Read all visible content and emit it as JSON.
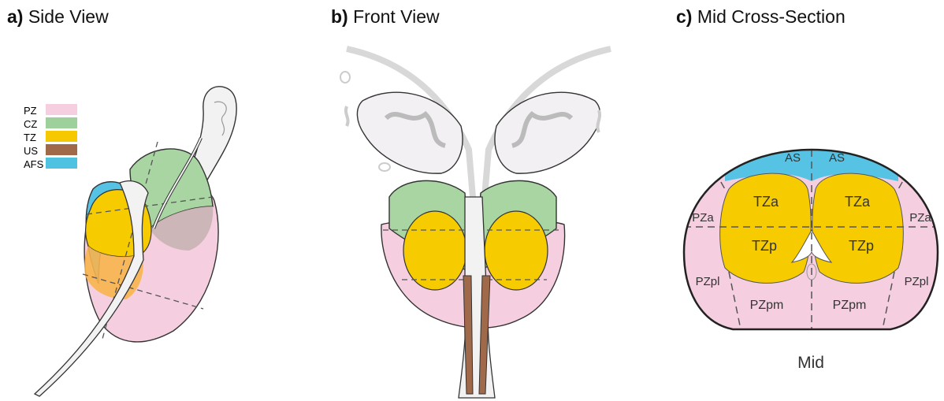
{
  "panels": [
    {
      "letter": "a)",
      "title": "Side View"
    },
    {
      "letter": "b)",
      "title": "Front View"
    },
    {
      "letter": "c)",
      "title": "Mid Cross-Section"
    }
  ],
  "legend": [
    {
      "label": "PZ",
      "color": "#f5cfe0"
    },
    {
      "label": "CZ",
      "color": "#9dd09a"
    },
    {
      "label": "TZ",
      "color": "#f6c800"
    },
    {
      "label": "US",
      "color": "#a0694a"
    },
    {
      "label": "AFS",
      "color": "#4fc1e1"
    }
  ],
  "colors": {
    "pz": "#f5cfe0",
    "cz": "#a8d5a2",
    "tz": "#f6cc00",
    "us": "#a0694a",
    "afs": "#56c3e4",
    "urethra": "#f2f2f2",
    "outline": "#222222"
  },
  "cross_section": {
    "labels": {
      "as_left": "AS",
      "as_right": "AS",
      "tza_left": "TZa",
      "tza_right": "TZa",
      "tzp_left": "TZp",
      "tzp_right": "TZp",
      "pza_left": "PZa",
      "pza_right": "PZa",
      "pzpl_left": "PZpl",
      "pzpl_right": "PZpl",
      "pzpm_left": "PZpm",
      "pzpm_right": "PZpm"
    },
    "caption": "Mid"
  }
}
